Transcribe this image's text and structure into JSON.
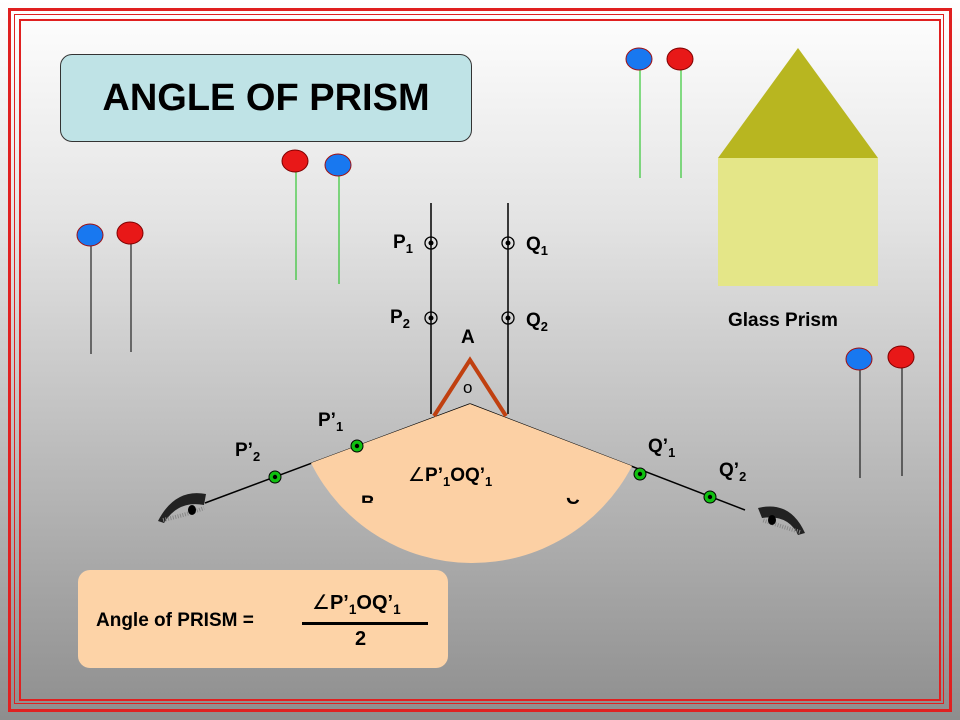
{
  "title": "ANGLE OF PRISM",
  "prism_caption": "Glass Prism",
  "points": {
    "P1": {
      "base": "P",
      "sub": "1"
    },
    "P2": {
      "base": "P",
      "sub": "2"
    },
    "Q1": {
      "base": "Q",
      "sub": "1"
    },
    "Q2": {
      "base": "Q",
      "sub": "2"
    },
    "P1p": {
      "base": "P’",
      "sub": "1"
    },
    "P2p": {
      "base": "P’",
      "sub": "2"
    },
    "Q1p": {
      "base": "Q’",
      "sub": "1"
    },
    "Q2p": {
      "base": "Q’",
      "sub": "2"
    }
  },
  "vertices": {
    "A": "A",
    "O": "o",
    "B": "B",
    "C": "C"
  },
  "sector_label": {
    "angle": "∠",
    "p": "P’",
    "p_sub": "1",
    "mid": "OQ’",
    "q_sub": "1"
  },
  "formula": {
    "label": "Angle of PRISM =",
    "numerator": {
      "angle": "∠",
      "p": "P’",
      "p_sub": "1",
      "mid": "OQ’",
      "q_sub": "1"
    },
    "denominator": "2"
  },
  "colors": {
    "frame": "#e02020",
    "title_bg": "#bfe3e6",
    "formula_bg": "#fdd3a7",
    "sector_fill": "#fcd0a4",
    "prism_roof": "#b8b620",
    "prism_body": "#e4e688",
    "pin_blue": "#1878f0",
    "pin_red": "#e81818",
    "pin_marker_green": "#10c010",
    "prism_outline": "#c04010"
  }
}
